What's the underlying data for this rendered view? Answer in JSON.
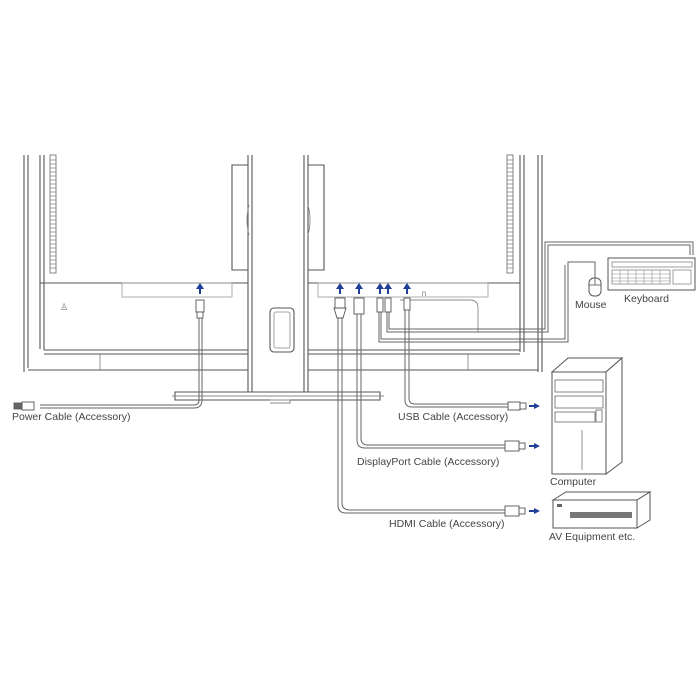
{
  "diagram": {
    "title": "Monitor cable connection diagram",
    "accent_color": "#1f3f99",
    "line_color": "#555555",
    "labels": {
      "power_cable": "Power Cable (Accessory)",
      "usb_cable": "USB Cable (Accessory)",
      "displayport_cable": "DisplayPort Cable (Accessory)",
      "hdmi_cable": "HDMI Cable (Accessory)",
      "mouse": "Mouse",
      "keyboard": "Keyboard",
      "computer": "Computer",
      "av_equipment": "AV Equipment etc."
    },
    "ports": [
      "power-port",
      "hdmi-port",
      "displayport-port",
      "usb-downstream-port-1",
      "usb-downstream-port-2",
      "usb-upstream-port",
      "headphone-jack"
    ],
    "connections": [
      {
        "from": "power-port",
        "to": "power-outlet",
        "cable": "Power Cable (Accessory)"
      },
      {
        "from": "usb-upstream-port",
        "to": "Computer",
        "cable": "USB Cable (Accessory)"
      },
      {
        "from": "displayport-port",
        "to": "Computer",
        "cable": "DisplayPort Cable (Accessory)"
      },
      {
        "from": "hdmi-port",
        "to": "AV Equipment etc.",
        "cable": "HDMI Cable (Accessory)"
      },
      {
        "from": "usb-downstream-port-1",
        "to": "Keyboard"
      },
      {
        "from": "usb-downstream-port-2",
        "to": "Mouse"
      }
    ]
  }
}
